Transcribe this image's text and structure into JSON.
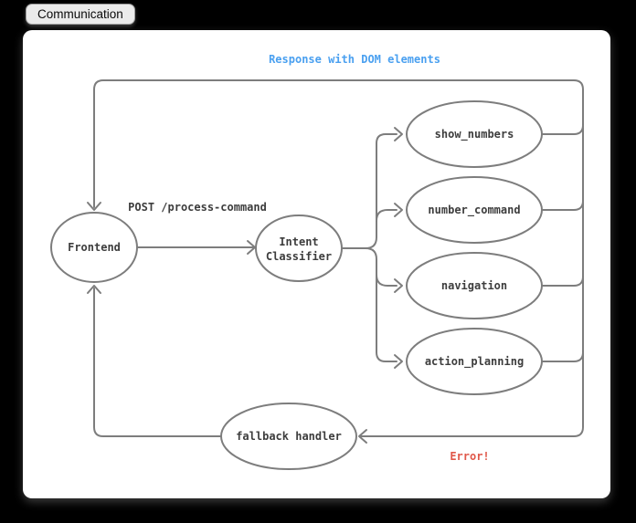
{
  "tab": {
    "label": "Communication"
  },
  "diagram": {
    "type": "flowchart",
    "labels": {
      "response": {
        "text": "Response with DOM elements",
        "color": "#4aa0f0"
      },
      "post": {
        "text": "POST /process-command",
        "color": "#3d3d3d"
      },
      "error": {
        "text": "Error!",
        "color": "#e0584a"
      }
    },
    "nodes": {
      "frontend": {
        "label": "Frontend"
      },
      "intent_classifier": {
        "label_line1": "Intent",
        "label_line2": "Classifier"
      },
      "show_numbers": {
        "label": "show_numbers"
      },
      "number_command": {
        "label": "number_command"
      },
      "navigation": {
        "label": "navigation"
      },
      "action_planning": {
        "label": "action_planning"
      },
      "fallback_handler": {
        "label": "fallback handler"
      }
    },
    "edges": [
      {
        "from": "frontend",
        "to": "intent_classifier",
        "label": "POST /process-command"
      },
      {
        "from": "intent_classifier",
        "to": "show_numbers"
      },
      {
        "from": "intent_classifier",
        "to": "number_command"
      },
      {
        "from": "intent_classifier",
        "to": "navigation"
      },
      {
        "from": "intent_classifier",
        "to": "action_planning"
      },
      {
        "from": "intents",
        "to": "frontend",
        "label": "Response with DOM elements"
      },
      {
        "from": "intents",
        "to": "fallback_handler",
        "label": "Error!"
      },
      {
        "from": "fallback_handler",
        "to": "frontend"
      }
    ],
    "colors": {
      "line_stroke": "#7d7d7d",
      "node_text": "#3d3d3d",
      "canvas_bg": "#ffffff"
    }
  }
}
